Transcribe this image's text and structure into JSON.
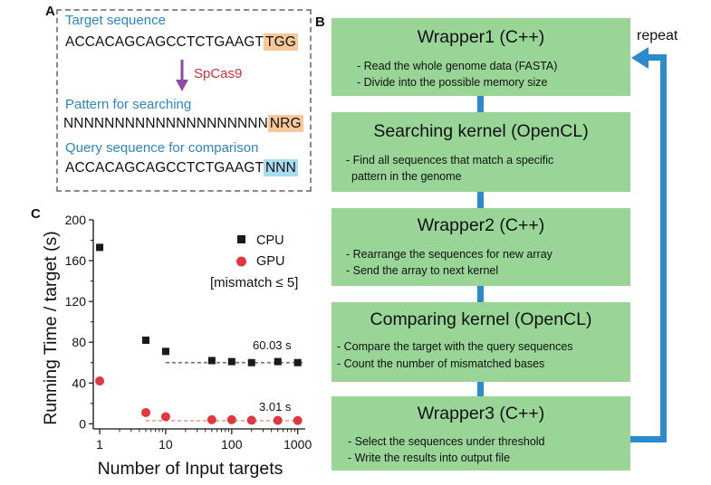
{
  "panels": {
    "a": "A",
    "b": "B",
    "c": "C"
  },
  "panel_a": {
    "target_heading": "Target sequence",
    "target_seq_main": "ACCACAGCAGCCTCTGAAGT",
    "target_seq_pam": "TGG",
    "enzyme": "SpCas9",
    "pattern_heading": "Pattern for searching",
    "pattern_seq_main": "NNNNNNNNNNNNNNNNNNNN",
    "pattern_seq_pam": "NRG",
    "query_heading": "Query sequence for comparison",
    "query_seq_main": "ACCACAGCAGCCTCTGAAGT",
    "query_seq_pam": "NNN",
    "colors": {
      "heading": "#2d86c4",
      "enzyme": "#d4303c",
      "pam": "#f8c89a",
      "query_pam": "#a8dcef",
      "arrow": "#8e4aa6"
    }
  },
  "panel_b": {
    "repeat_label": "repeat",
    "steps": [
      {
        "title": "Wrapper1 (C++)",
        "lines": [
          "- Read the whole genome data (FASTA)",
          "- Divide into the possible memory size"
        ]
      },
      {
        "title": "Searching kernel (OpenCL)",
        "lines": [
          "- Find all sequences that match a specific",
          "pattern in the genome"
        ]
      },
      {
        "title": "Wrapper2 (C++)",
        "lines": [
          "- Rearrange the sequences for new array",
          "- Send the array to next kernel"
        ]
      },
      {
        "title": "Comparing kernel (OpenCL)",
        "lines": [
          "- Compare the target with the query sequences",
          "- Count the number of mismatched bases"
        ]
      },
      {
        "title": "Wrapper3 (C++)",
        "lines": [
          "- Select the sequences under threshold",
          "- Write the results into output file"
        ]
      }
    ],
    "colors": {
      "box": "#98d597",
      "flow": "#2a8ccc"
    }
  },
  "chart_data": {
    "type": "scatter",
    "title": "",
    "xlabel": "Number of Input targets",
    "ylabel": "Running Time / target (s)",
    "x_scale": "log",
    "xlim": [
      0.8,
      1300
    ],
    "ylim": [
      -5,
      200
    ],
    "x_ticks": [
      1,
      10,
      100,
      1000
    ],
    "x_tick_labels": [
      "1",
      "10",
      "100",
      "1000"
    ],
    "y_ticks": [
      0,
      40,
      80,
      120,
      160,
      200
    ],
    "y_tick_labels": [
      "0",
      "40",
      "80",
      "120",
      "160",
      "200"
    ],
    "legend_position": "top-right",
    "condition_label": "[mismatch ≤ 5]",
    "series": [
      {
        "name": "CPU",
        "marker": "square",
        "color": "#1a1a1a",
        "x": [
          1,
          5,
          10,
          50,
          100,
          200,
          500,
          1000
        ],
        "y": [
          173,
          82,
          71,
          62,
          61,
          60,
          61,
          60
        ],
        "plateau_label": "60.03 s",
        "plateau_value": 60.03,
        "plateau_x": [
          10,
          1200
        ],
        "plateau_color": "#777777"
      },
      {
        "name": "GPU",
        "marker": "circle",
        "color": "#e0383e",
        "x": [
          1,
          5,
          10,
          50,
          100,
          200,
          500,
          1000
        ],
        "y": [
          42,
          11,
          7,
          4,
          4,
          3.5,
          3.3,
          3.2
        ],
        "plateau_label": "3.01 s",
        "plateau_value": 3.01,
        "plateau_x": [
          5,
          1200
        ],
        "plateau_color": "#f0a48c"
      }
    ]
  }
}
